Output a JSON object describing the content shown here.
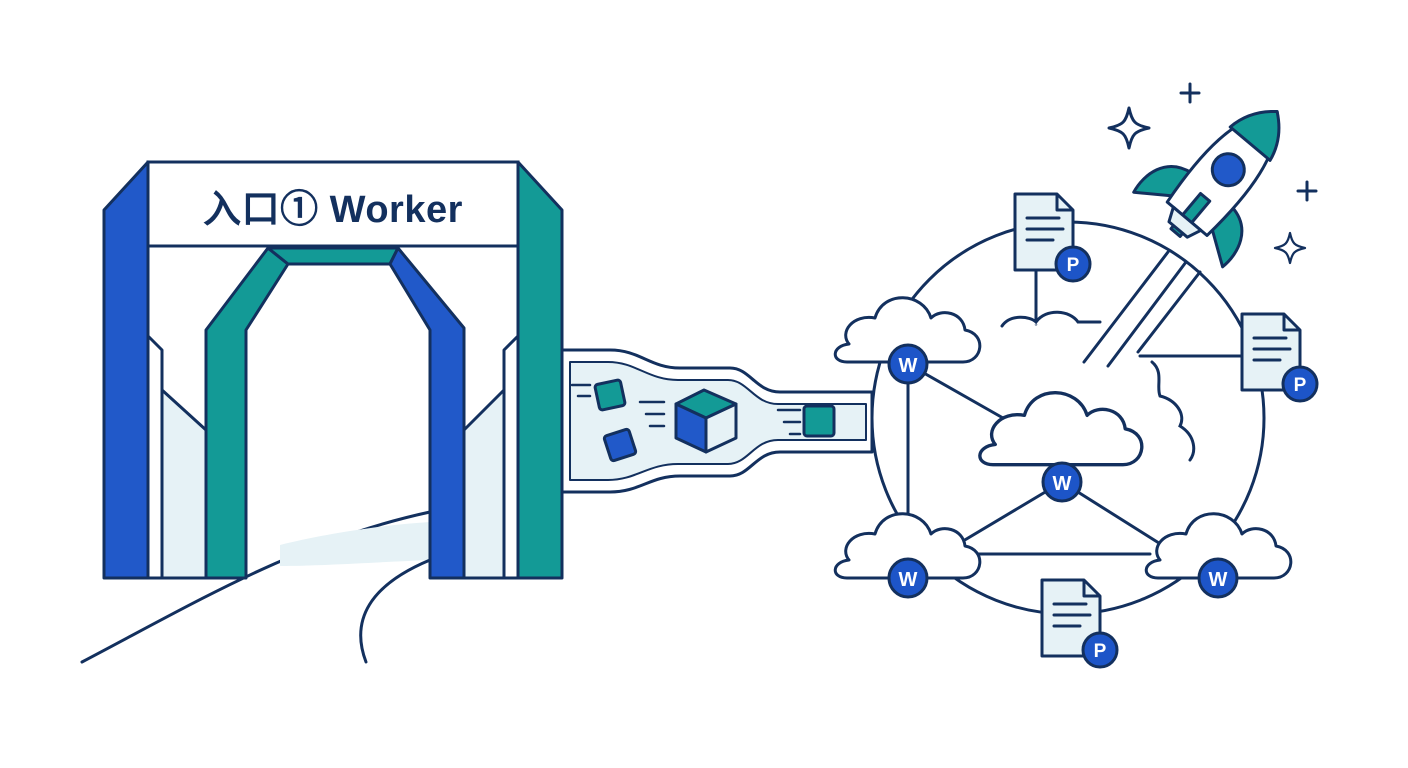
{
  "gate": {
    "title": "入口① Worker"
  },
  "worker_badge_letter": "W",
  "document_badge_letter": "P",
  "colors": {
    "outline": "#13305e",
    "blue": "#2159c9",
    "teal": "#139a96",
    "light_fill": "#e6f2f6",
    "badge_blue": "#1d55c8",
    "white": "#ffffff"
  },
  "icons": [
    "gate",
    "data-cube",
    "cloud",
    "document",
    "rocket",
    "sparkle"
  ]
}
